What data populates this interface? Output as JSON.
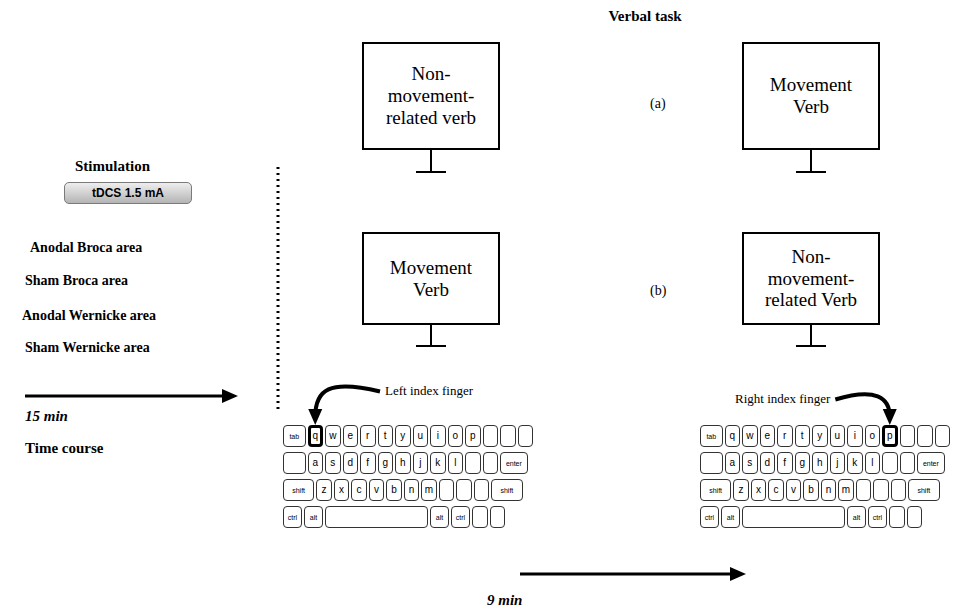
{
  "diagram": {
    "title": "Verbal task",
    "nodes": [
      {
        "text": [
          "Non-movement- related verb"
        ]
      },
      {
        "text": [
          "Movement Verb"
        ]
      },
      {
        "text": [
          "tDCS 1.5 mA"
        ]
      },
      {
        "text": [
          "Movement Verb"
        ]
      },
      {
        "text": [
          "Non-movement- related Verb"
        ]
      }
    ],
    "labels": [
      "(a)",
      "Stimulation",
      "Anodal Broca area",
      "Sham Broca area",
      "Anodal Wernicke area",
      "Sham Wernicke area",
      "15 min",
      "Time course",
      "(b)",
      "Left index finger",
      "Right index finger",
      "tab",
      "q",
      "w",
      "e",
      "r",
      "t",
      "y",
      "u",
      "i",
      "o",
      "p",
      "a",
      "s",
      "d",
      "f",
      "g",
      "h",
      "j",
      "k",
      "l",
      "enter",
      "shift",
      "z",
      "x",
      "c",
      "v",
      "b",
      "n",
      "m",
      "shift",
      "ctrl",
      "alt",
      "alt",
      "ctrl",
      "tab",
      "q",
      "w",
      "e",
      "r",
      "t",
      "y",
      "u",
      "i",
      "o",
      "p",
      "a",
      "s",
      "d",
      "f",
      "g",
      "h",
      "j",
      "k",
      "l",
      "enter",
      "shift",
      "z",
      "x",
      "c",
      "v",
      "b",
      "n",
      "m",
      "shift",
      "ctrl",
      "alt",
      "alt",
      "ctrl",
      "9 min"
    ]
  }
}
